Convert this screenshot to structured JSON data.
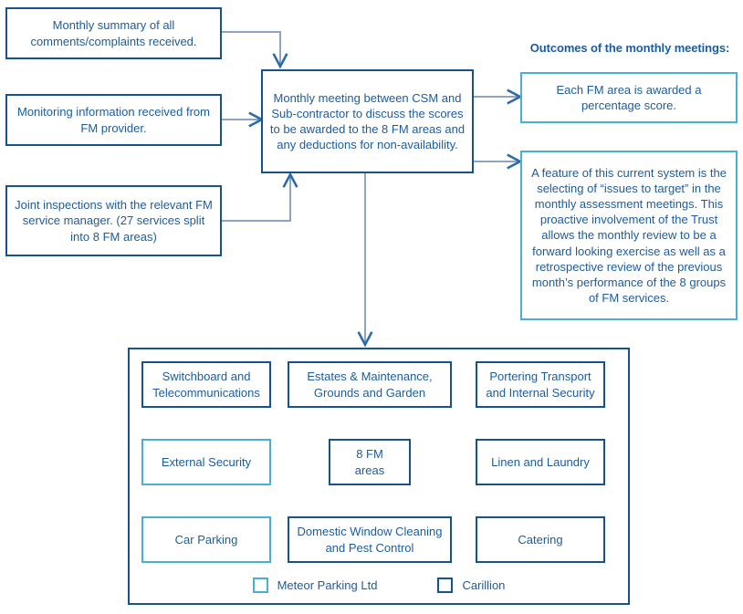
{
  "diagram": {
    "title": "FM monthly performance assessment flowchart",
    "colors": {
      "dark_blue": "#15538f",
      "light_blue": "#4aafd8",
      "text_blue": "#1c5c9e",
      "connector_grey": "#8da5be",
      "background": "#ffffff"
    },
    "inputs": [
      {
        "id": "input-monthly-summary",
        "text": "Monthly summary of all comments/complaints received.",
        "border": "dark"
      },
      {
        "id": "input-monitoring-information",
        "text": "Monitoring information received from FM provider.",
        "border": "dark"
      },
      {
        "id": "input-joint-inspections",
        "text": "Joint inspections with the relevant FM service manager. (27 services split into 8 FM areas)",
        "border": "dark"
      }
    ],
    "process": {
      "id": "process-monthly-meeting",
      "text": "Monthly meeting between CSM and Sub-contractor to discuss the scores to be awarded to the 8 FM areas and any deductions for non-availability.",
      "border": "dark"
    },
    "outcomes": {
      "heading": "Outcomes of the monthly meetings:",
      "items": [
        {
          "id": "outcome-percentage-score",
          "text": "Each FM area is awarded a percentage score.",
          "border": "light"
        },
        {
          "id": "outcome-issues-to-target",
          "text": "A feature of this current system is the selecting of “issues to target” in the monthly assessment meetings. This proactive involvement of the Trust allows the monthly review to be a forward looking exercise as well as a retrospective review of the previous month’s performance of the 8 groups of FM services.",
          "border": "light"
        }
      ]
    },
    "hub": {
      "id": "hub-8-fm-areas",
      "line1": "8 FM",
      "line2": "areas",
      "border": "dark"
    },
    "fm_areas": [
      {
        "id": "fm-switchboard-telecommunications",
        "text": "Switchboard and Telecommunications",
        "border": "dark",
        "provider": "Carillion"
      },
      {
        "id": "fm-estates-maintenance-grounds-garden",
        "text": "Estates & Maintenance, Grounds and Garden",
        "border": "dark",
        "provider": "Carillion"
      },
      {
        "id": "fm-portering-transport-internal-security",
        "text": "Portering Transport and Internal Security",
        "border": "dark",
        "provider": "Carillion"
      },
      {
        "id": "fm-external-security",
        "text": "External Security",
        "border": "light",
        "provider": "Meteor Parking Ltd"
      },
      {
        "id": "fm-linen-and-laundry",
        "text": "Linen and Laundry",
        "border": "dark",
        "provider": "Carillion"
      },
      {
        "id": "fm-car-parking",
        "text": "Car Parking",
        "border": "light",
        "provider": "Meteor Parking Ltd"
      },
      {
        "id": "fm-domestic-window-cleaning-pest-control",
        "text": "Domestic Window Cleaning and Pest Control",
        "border": "dark",
        "provider": "Carillion"
      },
      {
        "id": "fm-catering",
        "text": "Catering",
        "border": "dark",
        "provider": "Carillion"
      }
    ],
    "legend": [
      {
        "id": "legend-meteor-parking",
        "label": "Meteor Parking Ltd",
        "swatch": "light"
      },
      {
        "id": "legend-carillion",
        "label": "Carillion",
        "swatch": "dark"
      }
    ]
  }
}
